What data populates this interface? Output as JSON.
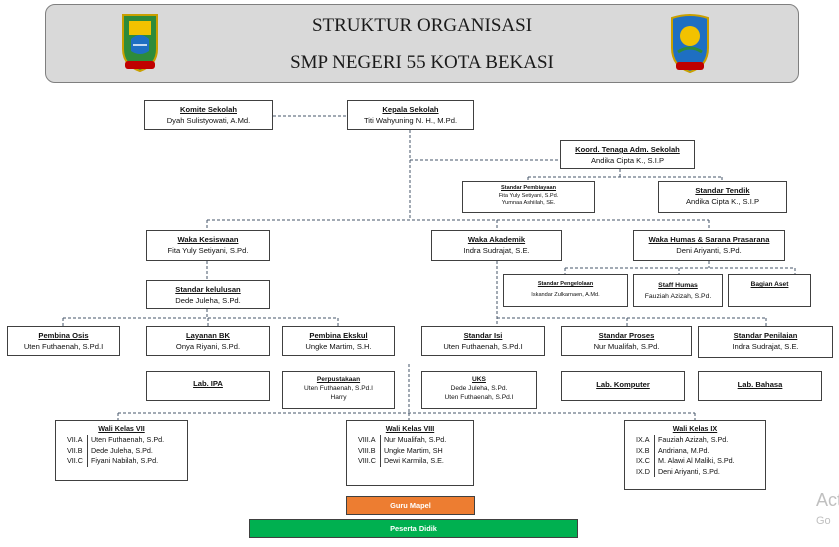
{
  "header": {
    "title_1": "STRUKTUR ORGANISASI",
    "title_2": "SMP NEGERI 55 KOTA BEKASI",
    "logo_left": "kota-bekasi-emblem-icon",
    "logo_right": "smp-negeri-emblem-icon"
  },
  "nodes": {
    "komite": {
      "title": "Komite Sekolah",
      "name": "Dyah Sulistyowati, A.Md."
    },
    "kepala": {
      "title": "Kepala Sekolah",
      "name": "Titi Wahyuning N. H., M.Pd."
    },
    "koord_tu": {
      "title": "Koord. Tenaga Adm. Sekolah",
      "name": "Andika Cipta K., S.I.P"
    },
    "std_pembiayaan": {
      "title": "Standar Pembiayaan",
      "name1": "Fita Yuly Setiyani, S.Pd.",
      "name2": "Yumnaa Ashiilah, SE."
    },
    "std_tendik": {
      "title": "Standar Tendik",
      "name": "Andika Cipta K., S.I.P"
    },
    "waka_kesiswaan": {
      "title": "Waka Kesiswaan",
      "name": "Fita Yuly Setiyani, S.Pd."
    },
    "waka_akademik": {
      "title": "Waka Akademik",
      "name": "Indra Sudrajat, S.E."
    },
    "waka_humas": {
      "title": "Waka Humas & Sarana Prasarana",
      "name": "Deni Ariyanti, S.Pd."
    },
    "std_kelulusan": {
      "title": "Standar kelulusan",
      "name": "Dede Juleha, S.Pd."
    },
    "std_pengelolaan": {
      "title": "Standar Pengelolaan",
      "name": "Iskandar Zulkarnaen, A.Md."
    },
    "staff_humas": {
      "title": "Staff Humas",
      "name": "Fauziah Azizah, S.Pd."
    },
    "bagian_aset": {
      "title": "Bagian Aset"
    },
    "pembina_osis": {
      "title": "Pembina Osis",
      "name": "Uten Futhaenah, S.Pd.I"
    },
    "layanan_bk": {
      "title": "Layanan BK",
      "name": "Onya Riyani, S.Pd."
    },
    "pembina_ekskul": {
      "title": "Pembina Ekskul",
      "name": "Ungke Martim, S.H."
    },
    "std_isi": {
      "title": "Standar Isi",
      "name": "Uten Futhaenah, S.Pd.I"
    },
    "std_proses": {
      "title": "Standar Proses",
      "name": "Nur Mualifah, S.Pd."
    },
    "std_penilaian": {
      "title": "Standar Penilaian",
      "name": "Indra Sudrajat, S.E."
    },
    "lab_ipa": {
      "title": "Lab. IPA"
    },
    "perpustakaan": {
      "title": "Perpustakaan",
      "name1": "Uten Futhaenah, S.Pd.I",
      "name2": "Harry"
    },
    "uks": {
      "title": "UKS",
      "name1": "Dede Juleha, S.Pd.",
      "name2": "Uten Futhaenah, S.Pd.I"
    },
    "lab_komputer": {
      "title": "Lab. Komputer"
    },
    "lab_bahasa": {
      "title": "Lab. Bahasa"
    }
  },
  "wali": {
    "vii": {
      "title": "Wali Kelas VII",
      "rows": [
        {
          "kelas": "VII.A",
          "nama": "Uten Futhaenah, S.Pd."
        },
        {
          "kelas": "VII.B",
          "nama": "Dede Juleha, S.Pd."
        },
        {
          "kelas": "VII.C",
          "nama": "Fiyani Nabilah, S.Pd."
        }
      ]
    },
    "viii": {
      "title": "Wali Kelas VIII",
      "rows": [
        {
          "kelas": "VIII.A",
          "nama": "Nur Mualifah, S.Pd."
        },
        {
          "kelas": "VIII.B",
          "nama": "Ungke Martim, SH"
        },
        {
          "kelas": "VIII.C",
          "nama": "Dewi Karmila, S.E."
        }
      ]
    },
    "ix": {
      "title": "Wali Kelas IX",
      "rows": [
        {
          "kelas": "IX.A",
          "nama": "Fauziah Azizah, S.Pd."
        },
        {
          "kelas": "IX.B",
          "nama": "Andriana, M.Pd."
        },
        {
          "kelas": "IX.C",
          "nama": "M. Alawi Al Maliki, S.Pd."
        },
        {
          "kelas": "IX.D",
          "nama": "Deni Ariyanti, S.Pd."
        }
      ]
    }
  },
  "guru_mapel": "Guru Mapel",
  "peserta_didik": "Peserta Didik",
  "watermark": {
    "line1": "Act",
    "line2": "Go"
  },
  "colors": {
    "guru_mapel": "#ed7d31",
    "peserta_didik": "#00b050",
    "connector": "#44546a",
    "header_bg": "#d9d9d9"
  }
}
